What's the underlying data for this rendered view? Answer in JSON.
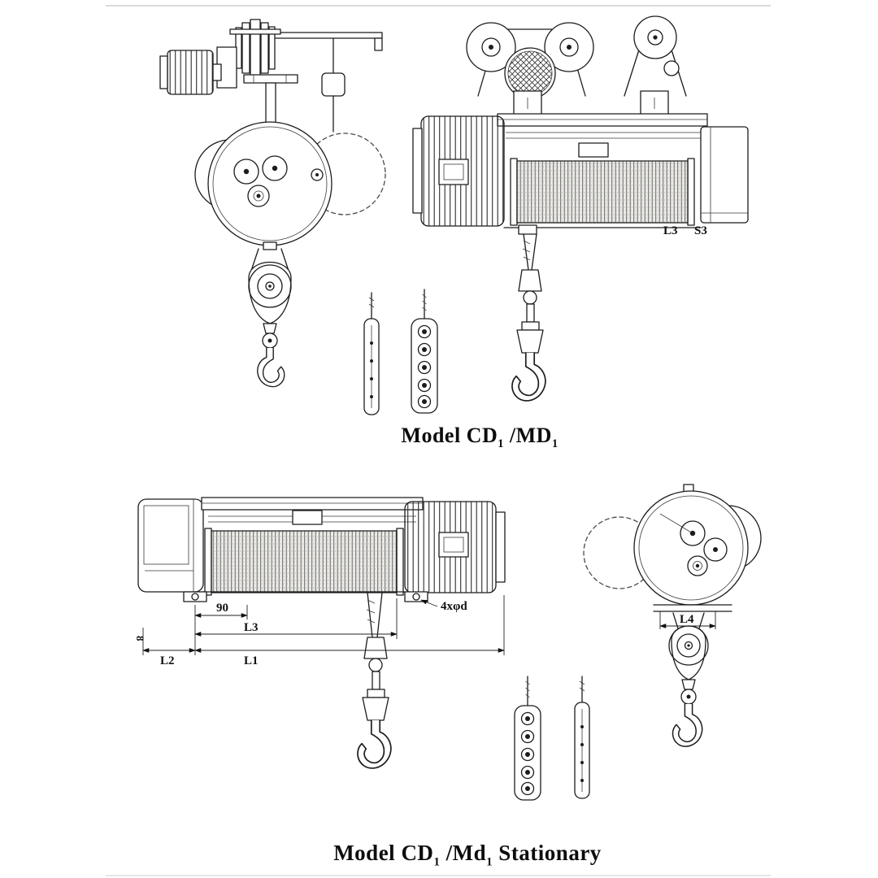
{
  "document": {
    "background": "#ffffff",
    "ink": "#1c1c1c"
  },
  "captions": {
    "top": {
      "prefix": "Model CD",
      "sub1": "1",
      "mid": " /MD",
      "sub2": "1",
      "suffix": ""
    },
    "bottom": {
      "prefix": "Model CD",
      "sub1": "1",
      "mid": " /Md",
      "sub2": "1",
      "suffix": " Stationary"
    }
  },
  "dimensions": {
    "top_right_view": {
      "l3": "L3",
      "s3": "S3"
    },
    "stationary_front_view": {
      "d90": "90",
      "bolt_holes": "4xφd",
      "l3": "L3",
      "l2": "L2",
      "l1": "L1",
      "d8": "8"
    },
    "stationary_side_view": {
      "l4": "L4"
    }
  }
}
